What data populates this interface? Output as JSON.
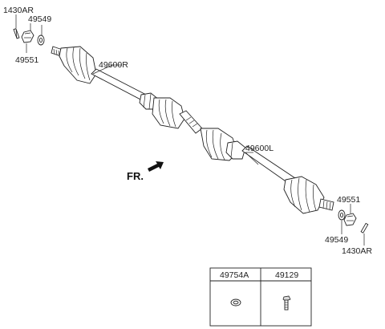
{
  "callouts": {
    "pin_top_left": "1430AR",
    "washer_top_left": "49549",
    "nut_top_left": "49551",
    "shaft_right": "49600R",
    "shaft_left": "49600L",
    "nut_bottom_right": "49551",
    "washer_bottom_right": "49549",
    "pin_bottom_right": "1430AR"
  },
  "direction_label": "FR.",
  "legend_table": {
    "columns": [
      "49754A",
      "49129"
    ]
  }
}
